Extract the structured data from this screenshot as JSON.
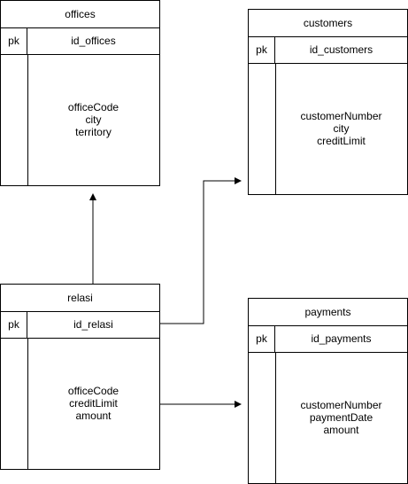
{
  "entities": {
    "offices": {
      "name": "offices",
      "pk_label": "pk",
      "key": "id_offices",
      "fields": [
        "officeCode",
        "city",
        "territory"
      ]
    },
    "customers": {
      "name": "customers",
      "pk_label": "pk",
      "key": "id_customers",
      "fields": [
        "customerNumber",
        "city",
        "creditLimit"
      ]
    },
    "relasi": {
      "name": "relasi",
      "pk_label": "pk",
      "key": "id_relasi",
      "fields": [
        "officeCode",
        "creditLimit",
        "amount"
      ]
    },
    "payments": {
      "name": "payments",
      "pk_label": "pk",
      "key": "id_payments",
      "fields": [
        "customerNumber",
        "paymentDate",
        "amount"
      ]
    }
  },
  "colors": {
    "stroke": "#000000",
    "background": "#ffffff"
  }
}
